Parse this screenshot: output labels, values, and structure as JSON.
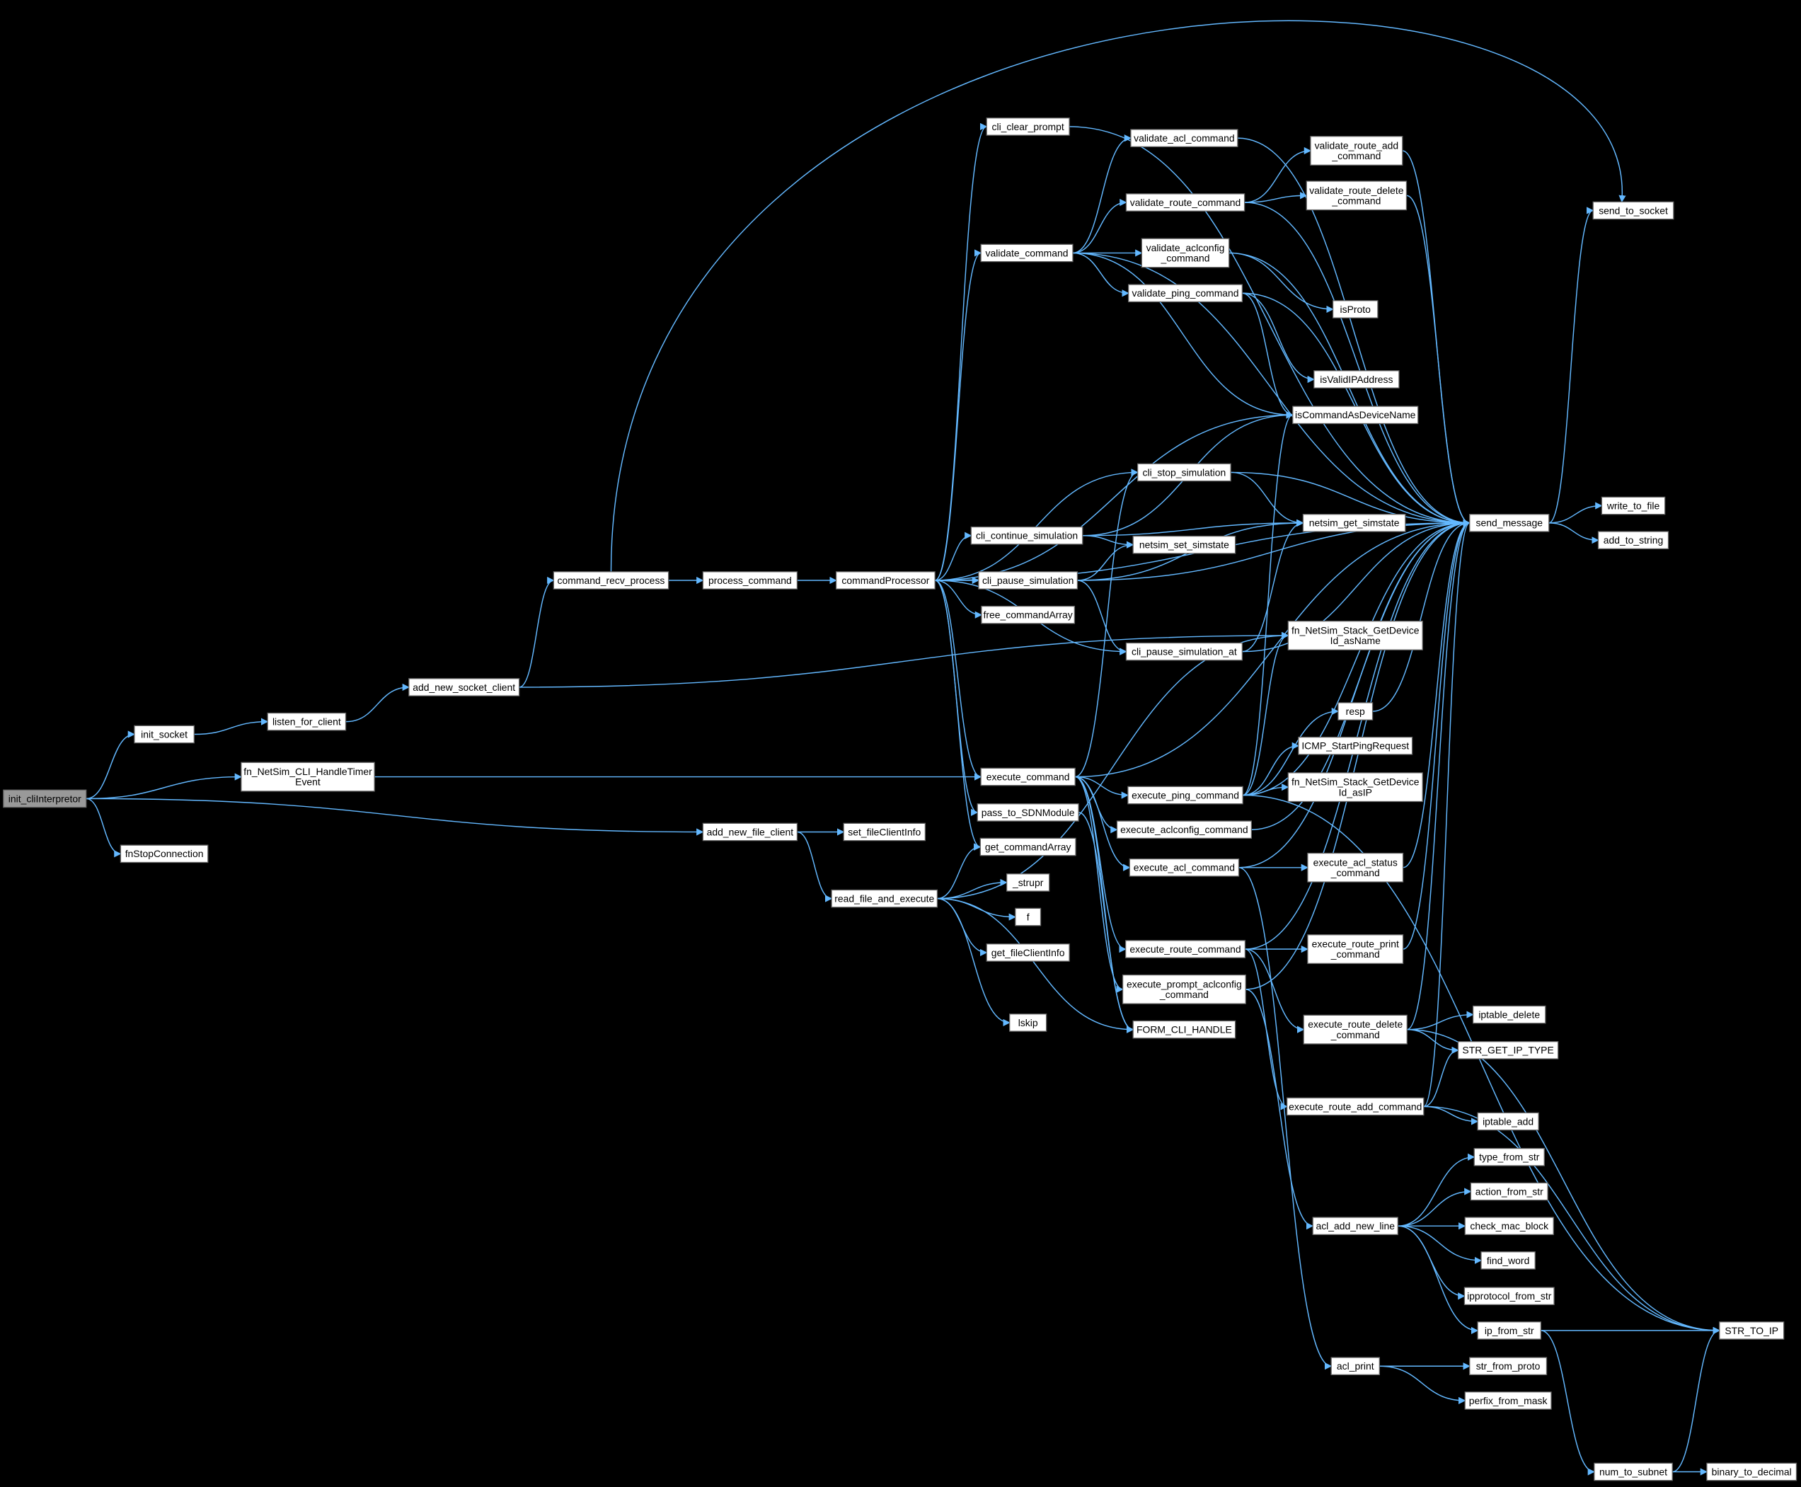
{
  "graph": {
    "title": "init_cliInterpretor call graph",
    "colors": {
      "edge": "#63b8ff",
      "node_fill": "#ffffff",
      "root_fill": "#999999",
      "background": "#000000"
    },
    "root": "init_cliInterpretor",
    "nodes": [
      {
        "id": "init_cliInterpretor",
        "lines": [
          "init_cliInterpretor"
        ]
      },
      {
        "id": "init_socket",
        "lines": [
          "init_socket"
        ]
      },
      {
        "id": "fnStopConnection",
        "lines": [
          "fnStopConnection"
        ]
      },
      {
        "id": "fn_NetSim_CLI_HandleTimerEvent",
        "lines": [
          "fn_NetSim_CLI_HandleTimer",
          "Event"
        ]
      },
      {
        "id": "listen_for_client",
        "lines": [
          "listen_for_client"
        ]
      },
      {
        "id": "add_new_socket_client",
        "lines": [
          "add_new_socket_client"
        ]
      },
      {
        "id": "add_new_file_client",
        "lines": [
          "add_new_file_client"
        ]
      },
      {
        "id": "set_fileClientInfo",
        "lines": [
          "set_fileClientInfo"
        ]
      },
      {
        "id": "read_file_and_execute",
        "lines": [
          "read_file_and_execute"
        ]
      },
      {
        "id": "command_recv_process",
        "lines": [
          "command_recv_process"
        ]
      },
      {
        "id": "process_command",
        "lines": [
          "process_command"
        ]
      },
      {
        "id": "commandProcessor",
        "lines": [
          "commandProcessor"
        ]
      },
      {
        "id": "cli_clear_prompt",
        "lines": [
          "cli_clear_prompt"
        ]
      },
      {
        "id": "validate_command",
        "lines": [
          "validate_command"
        ]
      },
      {
        "id": "validate_acl_command",
        "lines": [
          "validate_acl_command"
        ]
      },
      {
        "id": "validate_route_command",
        "lines": [
          "validate_route_command"
        ]
      },
      {
        "id": "validate_route_add_command",
        "lines": [
          "validate_route_add",
          "_command"
        ]
      },
      {
        "id": "validate_route_delete_command",
        "lines": [
          "validate_route_delete",
          "_command"
        ]
      },
      {
        "id": "validate_aclconfig_command",
        "lines": [
          "validate_aclconfig",
          "_command"
        ]
      },
      {
        "id": "validate_ping_command",
        "lines": [
          "validate_ping_command"
        ]
      },
      {
        "id": "isProto",
        "lines": [
          "isProto"
        ]
      },
      {
        "id": "isValidIPAddress",
        "lines": [
          "isValidIPAddress"
        ]
      },
      {
        "id": "isCommandAsDeviceName",
        "lines": [
          "isCommandAsDeviceName"
        ]
      },
      {
        "id": "send_to_socket",
        "lines": [
          "send_to_socket"
        ]
      },
      {
        "id": "cli_stop_simulation",
        "lines": [
          "cli_stop_simulation"
        ]
      },
      {
        "id": "cli_continue_simulation",
        "lines": [
          "cli_continue_simulation"
        ]
      },
      {
        "id": "netsim_get_simstate",
        "lines": [
          "netsim_get_simstate"
        ]
      },
      {
        "id": "netsim_set_simstate",
        "lines": [
          "netsim_set_simstate"
        ]
      },
      {
        "id": "cli_pause_simulation",
        "lines": [
          "cli_pause_simulation"
        ]
      },
      {
        "id": "free_commandArray",
        "lines": [
          "free_commandArray"
        ]
      },
      {
        "id": "cli_pause_simulation_at",
        "lines": [
          "cli_pause_simulation_at"
        ]
      },
      {
        "id": "fn_NetSim_Stack_GetDeviceId_asName",
        "lines": [
          "fn_NetSim_Stack_GetDevice",
          "Id_asName"
        ]
      },
      {
        "id": "send_message",
        "lines": [
          "send_message"
        ]
      },
      {
        "id": "write_to_file",
        "lines": [
          "write_to_file"
        ]
      },
      {
        "id": "add_to_string",
        "lines": [
          "add_to_string"
        ]
      },
      {
        "id": "resp",
        "lines": [
          "resp"
        ]
      },
      {
        "id": "ICMP_StartPingRequest",
        "lines": [
          "ICMP_StartPingRequest"
        ]
      },
      {
        "id": "fn_NetSim_Stack_GetDeviceId_asIP",
        "lines": [
          "fn_NetSim_Stack_GetDevice",
          "Id_asIP"
        ]
      },
      {
        "id": "execute_command",
        "lines": [
          "execute_command"
        ]
      },
      {
        "id": "execute_ping_command",
        "lines": [
          "execute_ping_command"
        ]
      },
      {
        "id": "pass_to_SDNModule",
        "lines": [
          "pass_to_SDNModule"
        ]
      },
      {
        "id": "execute_aclconfig_command",
        "lines": [
          "execute_aclconfig_command"
        ]
      },
      {
        "id": "get_commandArray",
        "lines": [
          "get_commandArray"
        ]
      },
      {
        "id": "execute_acl_command",
        "lines": [
          "execute_acl_command"
        ]
      },
      {
        "id": "execute_acl_status_command",
        "lines": [
          "execute_acl_status",
          "_command"
        ]
      },
      {
        "id": "_strupr",
        "lines": [
          "_strupr"
        ]
      },
      {
        "id": "f",
        "lines": [
          "f"
        ]
      },
      {
        "id": "get_fileClientInfo",
        "lines": [
          "get_fileClientInfo"
        ]
      },
      {
        "id": "lskip",
        "lines": [
          "lskip"
        ]
      },
      {
        "id": "execute_route_command",
        "lines": [
          "execute_route_command"
        ]
      },
      {
        "id": "execute_route_print_command",
        "lines": [
          "execute_route_print",
          "_command"
        ]
      },
      {
        "id": "execute_prompt_aclconfig_command",
        "lines": [
          "execute_prompt_aclconfig",
          "_command"
        ]
      },
      {
        "id": "FORM_CLI_HANDLE",
        "lines": [
          "FORM_CLI_HANDLE"
        ]
      },
      {
        "id": "execute_route_delete_command",
        "lines": [
          "execute_route_delete",
          "_command"
        ]
      },
      {
        "id": "iptable_delete",
        "lines": [
          "iptable_delete"
        ]
      },
      {
        "id": "STR_GET_IP_TYPE",
        "lines": [
          "STR_GET_IP_TYPE"
        ]
      },
      {
        "id": "execute_route_add_command",
        "lines": [
          "execute_route_add_command"
        ]
      },
      {
        "id": "iptable_add",
        "lines": [
          "iptable_add"
        ]
      },
      {
        "id": "type_from_str",
        "lines": [
          "type_from_str"
        ]
      },
      {
        "id": "action_from_str",
        "lines": [
          "action_from_str"
        ]
      },
      {
        "id": "acl_add_new_line",
        "lines": [
          "acl_add_new_line"
        ]
      },
      {
        "id": "check_mac_block",
        "lines": [
          "check_mac_block"
        ]
      },
      {
        "id": "find_word",
        "lines": [
          "find_word"
        ]
      },
      {
        "id": "ipprotocol_from_str",
        "lines": [
          "ipprotocol_from_str"
        ]
      },
      {
        "id": "ip_from_str",
        "lines": [
          "ip_from_str"
        ]
      },
      {
        "id": "STR_TO_IP",
        "lines": [
          "STR_TO_IP"
        ]
      },
      {
        "id": "acl_print",
        "lines": [
          "acl_print"
        ]
      },
      {
        "id": "str_from_proto",
        "lines": [
          "str_from_proto"
        ]
      },
      {
        "id": "perfix_from_mask",
        "lines": [
          "perfix_from_mask"
        ]
      },
      {
        "id": "num_to_subnet",
        "lines": [
          "num_to_subnet"
        ]
      },
      {
        "id": "binary_to_decimal",
        "lines": [
          "binary_to_decimal"
        ]
      }
    ],
    "edges": [
      [
        "init_cliInterpretor",
        "init_socket"
      ],
      [
        "init_cliInterpretor",
        "fn_NetSim_CLI_HandleTimerEvent"
      ],
      [
        "init_cliInterpretor",
        "add_new_file_client"
      ],
      [
        "init_cliInterpretor",
        "fnStopConnection"
      ],
      [
        "init_socket",
        "listen_for_client"
      ],
      [
        "listen_for_client",
        "add_new_socket_client"
      ],
      [
        "add_new_socket_client",
        "command_recv_process"
      ],
      [
        "add_new_socket_client",
        "fn_NetSim_Stack_GetDeviceId_asName"
      ],
      [
        "fn_NetSim_CLI_HandleTimerEvent",
        "execute_command"
      ],
      [
        "add_new_file_client",
        "set_fileClientInfo"
      ],
      [
        "add_new_file_client",
        "read_file_and_execute"
      ],
      [
        "read_file_and_execute",
        "fn_NetSim_Stack_GetDeviceId_asName"
      ],
      [
        "read_file_and_execute",
        "get_commandArray"
      ],
      [
        "read_file_and_execute",
        "_strupr"
      ],
      [
        "read_file_and_execute",
        "f"
      ],
      [
        "read_file_and_execute",
        "get_fileClientInfo"
      ],
      [
        "read_file_and_execute",
        "lskip"
      ],
      [
        "read_file_and_execute",
        "FORM_CLI_HANDLE"
      ],
      [
        "command_recv_process",
        "process_command"
      ],
      [
        "command_recv_process",
        "send_to_socket"
      ],
      [
        "process_command",
        "commandProcessor"
      ],
      [
        "commandProcessor",
        "cli_clear_prompt"
      ],
      [
        "commandProcessor",
        "validate_command"
      ],
      [
        "commandProcessor",
        "cli_stop_simulation"
      ],
      [
        "commandProcessor",
        "cli_continue_simulation"
      ],
      [
        "commandProcessor",
        "cli_pause_simulation"
      ],
      [
        "commandProcessor",
        "free_commandArray"
      ],
      [
        "commandProcessor",
        "cli_pause_simulation_at"
      ],
      [
        "commandProcessor",
        "execute_command"
      ],
      [
        "commandProcessor",
        "pass_to_SDNModule"
      ],
      [
        "commandProcessor",
        "get_commandArray"
      ],
      [
        "commandProcessor",
        "isCommandAsDeviceName"
      ],
      [
        "commandProcessor",
        "send_message"
      ],
      [
        "cli_clear_prompt",
        "send_message"
      ],
      [
        "validate_command",
        "validate_acl_command"
      ],
      [
        "validate_command",
        "validate_route_command"
      ],
      [
        "validate_command",
        "validate_aclconfig_command"
      ],
      [
        "validate_command",
        "validate_ping_command"
      ],
      [
        "validate_command",
        "isCommandAsDeviceName"
      ],
      [
        "validate_command",
        "send_message"
      ],
      [
        "validate_acl_command",
        "send_message"
      ],
      [
        "validate_route_command",
        "validate_route_add_command"
      ],
      [
        "validate_route_command",
        "validate_route_delete_command"
      ],
      [
        "validate_route_command",
        "send_message"
      ],
      [
        "validate_route_add_command",
        "send_message"
      ],
      [
        "validate_route_delete_command",
        "send_message"
      ],
      [
        "validate_aclconfig_command",
        "isProto"
      ],
      [
        "validate_aclconfig_command",
        "send_message"
      ],
      [
        "validate_ping_command",
        "isValidIPAddress"
      ],
      [
        "validate_ping_command",
        "isCommandAsDeviceName"
      ],
      [
        "validate_ping_command",
        "send_message"
      ],
      [
        "cli_stop_simulation",
        "netsim_get_simstate"
      ],
      [
        "cli_stop_simulation",
        "send_message"
      ],
      [
        "cli_continue_simulation",
        "netsim_get_simstate"
      ],
      [
        "cli_continue_simulation",
        "netsim_set_simstate"
      ],
      [
        "cli_continue_simulation",
        "isCommandAsDeviceName"
      ],
      [
        "cli_pause_simulation",
        "netsim_set_simstate"
      ],
      [
        "cli_pause_simulation",
        "netsim_get_simstate"
      ],
      [
        "cli_pause_simulation",
        "send_message"
      ],
      [
        "cli_pause_simulation",
        "cli_pause_simulation_at"
      ],
      [
        "cli_pause_simulation_at",
        "netsim_get_simstate"
      ],
      [
        "cli_pause_simulation_at",
        "send_message"
      ],
      [
        "send_message",
        "send_to_socket"
      ],
      [
        "send_message",
        "write_to_file"
      ],
      [
        "send_message",
        "add_to_string"
      ],
      [
        "execute_command",
        "execute_ping_command"
      ],
      [
        "execute_command",
        "execute_aclconfig_command"
      ],
      [
        "execute_command",
        "execute_acl_command"
      ],
      [
        "execute_command",
        "execute_route_command"
      ],
      [
        "execute_command",
        "execute_prompt_aclconfig_command"
      ],
      [
        "execute_command",
        "FORM_CLI_HANDLE"
      ],
      [
        "execute_command",
        "send_message"
      ],
      [
        "execute_command",
        "cli_stop_simulation"
      ],
      [
        "execute_ping_command",
        "resp"
      ],
      [
        "execute_ping_command",
        "ICMP_StartPingRequest"
      ],
      [
        "execute_ping_command",
        "fn_NetSim_Stack_GetDeviceId_asIP"
      ],
      [
        "execute_ping_command",
        "fn_NetSim_Stack_GetDeviceId_asName"
      ],
      [
        "execute_ping_command",
        "isCommandAsDeviceName"
      ],
      [
        "execute_ping_command",
        "send_message"
      ],
      [
        "execute_ping_command",
        "STR_TO_IP"
      ],
      [
        "resp",
        "send_message"
      ],
      [
        "execute_aclconfig_command",
        "send_message"
      ],
      [
        "execute_acl_command",
        "execute_acl_status_command"
      ],
      [
        "execute_acl_command",
        "send_message"
      ],
      [
        "execute_acl_command",
        "acl_print"
      ],
      [
        "execute_acl_status_command",
        "send_message"
      ],
      [
        "execute_route_command",
        "execute_route_print_command"
      ],
      [
        "execute_route_command",
        "execute_route_delete_command"
      ],
      [
        "execute_route_command",
        "execute_route_add_command"
      ],
      [
        "execute_route_command",
        "send_message"
      ],
      [
        "execute_route_print_command",
        "send_message"
      ],
      [
        "execute_prompt_aclconfig_command",
        "send_message"
      ],
      [
        "execute_prompt_aclconfig_command",
        "acl_add_new_line"
      ],
      [
        "execute_route_delete_command",
        "iptable_delete"
      ],
      [
        "execute_route_delete_command",
        "STR_GET_IP_TYPE"
      ],
      [
        "execute_route_delete_command",
        "send_message"
      ],
      [
        "execute_route_delete_command",
        "STR_TO_IP"
      ],
      [
        "execute_route_add_command",
        "iptable_add"
      ],
      [
        "execute_route_add_command",
        "STR_GET_IP_TYPE"
      ],
      [
        "execute_route_add_command",
        "STR_TO_IP"
      ],
      [
        "execute_route_add_command",
        "send_message"
      ],
      [
        "acl_add_new_line",
        "type_from_str"
      ],
      [
        "acl_add_new_line",
        "action_from_str"
      ],
      [
        "acl_add_new_line",
        "check_mac_block"
      ],
      [
        "acl_add_new_line",
        "find_word"
      ],
      [
        "acl_add_new_line",
        "ipprotocol_from_str"
      ],
      [
        "acl_add_new_line",
        "ip_from_str"
      ],
      [
        "acl_print",
        "str_from_proto"
      ],
      [
        "acl_print",
        "perfix_from_mask"
      ],
      [
        "ip_from_str",
        "STR_TO_IP"
      ],
      [
        "ip_from_str",
        "num_to_subnet"
      ],
      [
        "num_to_subnet",
        "binary_to_decimal"
      ],
      [
        "num_to_subnet",
        "STR_TO_IP"
      ],
      [
        "pass_to_SDNModule",
        "FORM_CLI_HANDLE"
      ]
    ]
  }
}
